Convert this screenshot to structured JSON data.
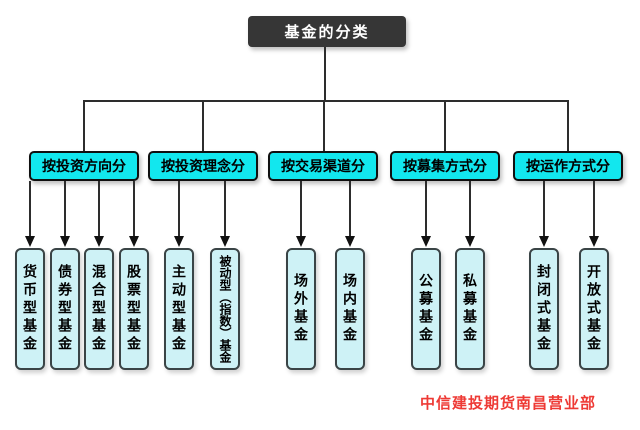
{
  "root": {
    "label": "基金的分类"
  },
  "colors": {
    "root_bg": "#363636",
    "branch_bg": "#12e7ee",
    "leaf_bg": "#cef2f6",
    "line": "#2d2d2d",
    "footer_red": "#ee3a35"
  },
  "groups": [
    {
      "label": "按投资方向分",
      "children": [
        "货币型基金",
        "债券型基金",
        "混合型基金",
        "股票型基金"
      ]
    },
    {
      "label": "按投资理念分",
      "children": [
        "主动型基金",
        "被动型（指数）基金"
      ]
    },
    {
      "label": "按交易渠道分",
      "children": [
        "场外基金",
        "场内基金"
      ]
    },
    {
      "label": "按募集方式分",
      "children": [
        "公募基金",
        "私募基金"
      ]
    },
    {
      "label": "按运作方式分",
      "children": [
        "封闭式基金",
        "开放式基金"
      ]
    }
  ],
  "footer": {
    "text": "中信建投期货南昌营业部"
  }
}
